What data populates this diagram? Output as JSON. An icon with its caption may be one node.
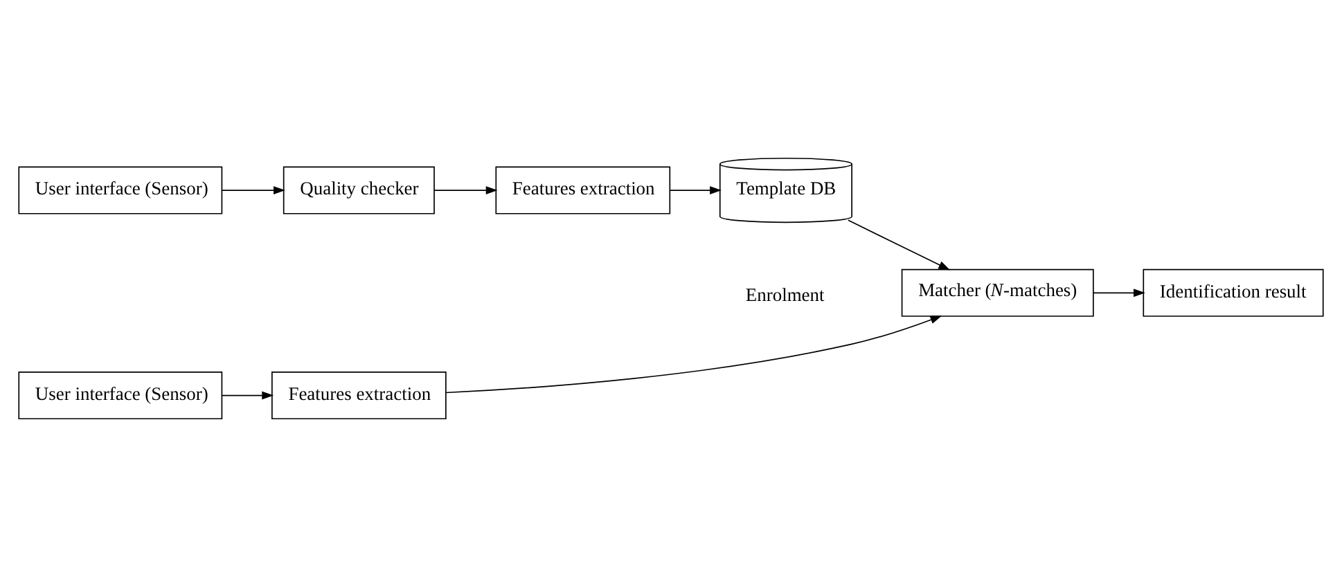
{
  "diagram": {
    "nodes": [
      {
        "text": [
          "User interface (Sensor)"
        ]
      },
      {
        "text": [
          "Quality checker"
        ]
      },
      {
        "text": [
          "Features extraction"
        ]
      },
      {
        "text": [
          "Template DB"
        ]
      },
      {
        "text": [
          "User interface (Sensor)"
        ]
      },
      {
        "text": [
          "Features extraction"
        ]
      },
      {
        "text": [
          "Matcher (*N*-matches)"
        ]
      },
      {
        "text": [
          "Identification result"
        ]
      }
    ],
    "edges": [
      {
        "from": 0,
        "to": 1,
        "arrow": "to"
      },
      {
        "from": 1,
        "to": 2,
        "arrow": "to"
      },
      {
        "from": 2,
        "to": 3,
        "arrow": "to"
      },
      {
        "from": 3,
        "to": 6,
        "arrow": "to"
      },
      {
        "from": 4,
        "to": 5,
        "arrow": "to"
      },
      {
        "from": 5,
        "to": 6,
        "arrow": "to"
      },
      {
        "from": 6,
        "to": 7,
        "arrow": "to"
      }
    ],
    "labels": [
      "Enrolment"
    ]
  }
}
